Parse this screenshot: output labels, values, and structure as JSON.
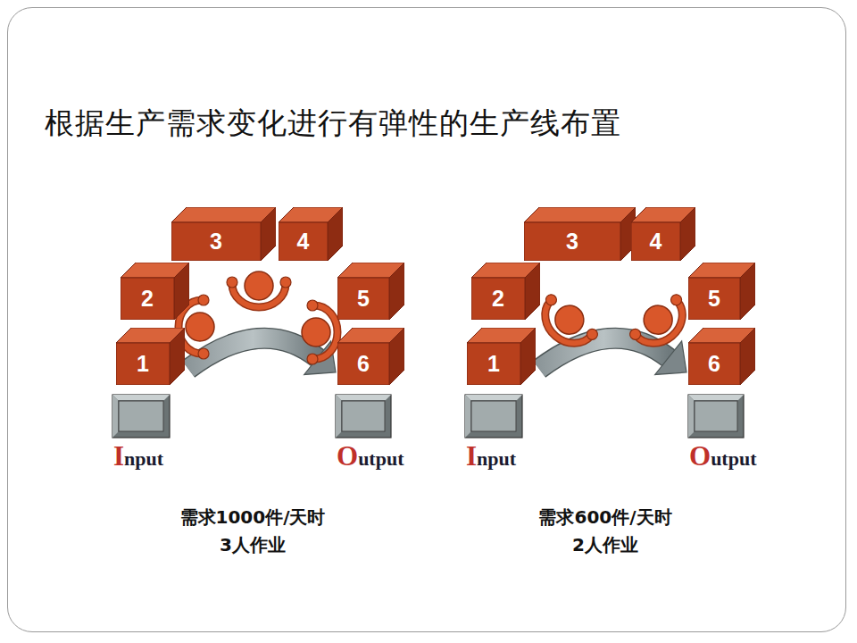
{
  "diagram": {
    "title": "根据生产需求变化进行有弹性的生产线布置",
    "nodes": [
      {
        "text": [
          "1"
        ]
      },
      {
        "text": [
          "2"
        ]
      },
      {
        "text": [
          "3"
        ]
      },
      {
        "text": [
          "4"
        ]
      },
      {
        "text": [
          "5"
        ]
      },
      {
        "text": [
          "6"
        ]
      },
      {
        "text": [
          "Input"
        ]
      },
      {
        "text": [
          "Output"
        ]
      },
      {
        "text": [
          "1"
        ]
      },
      {
        "text": [
          "2"
        ]
      },
      {
        "text": [
          "3"
        ]
      },
      {
        "text": [
          "4"
        ]
      },
      {
        "text": [
          "5"
        ]
      },
      {
        "text": [
          "6"
        ]
      },
      {
        "text": [
          "Input"
        ]
      },
      {
        "text": [
          "Output"
        ]
      }
    ],
    "edges": [
      {
        "from": 0,
        "to": 5,
        "arrow": "to"
      },
      {
        "from": 8,
        "to": 13,
        "arrow": "to"
      }
    ],
    "labels": [
      "需求1000件/天时",
      "3人作业",
      "需求600件/天时",
      "2人作业"
    ]
  }
}
